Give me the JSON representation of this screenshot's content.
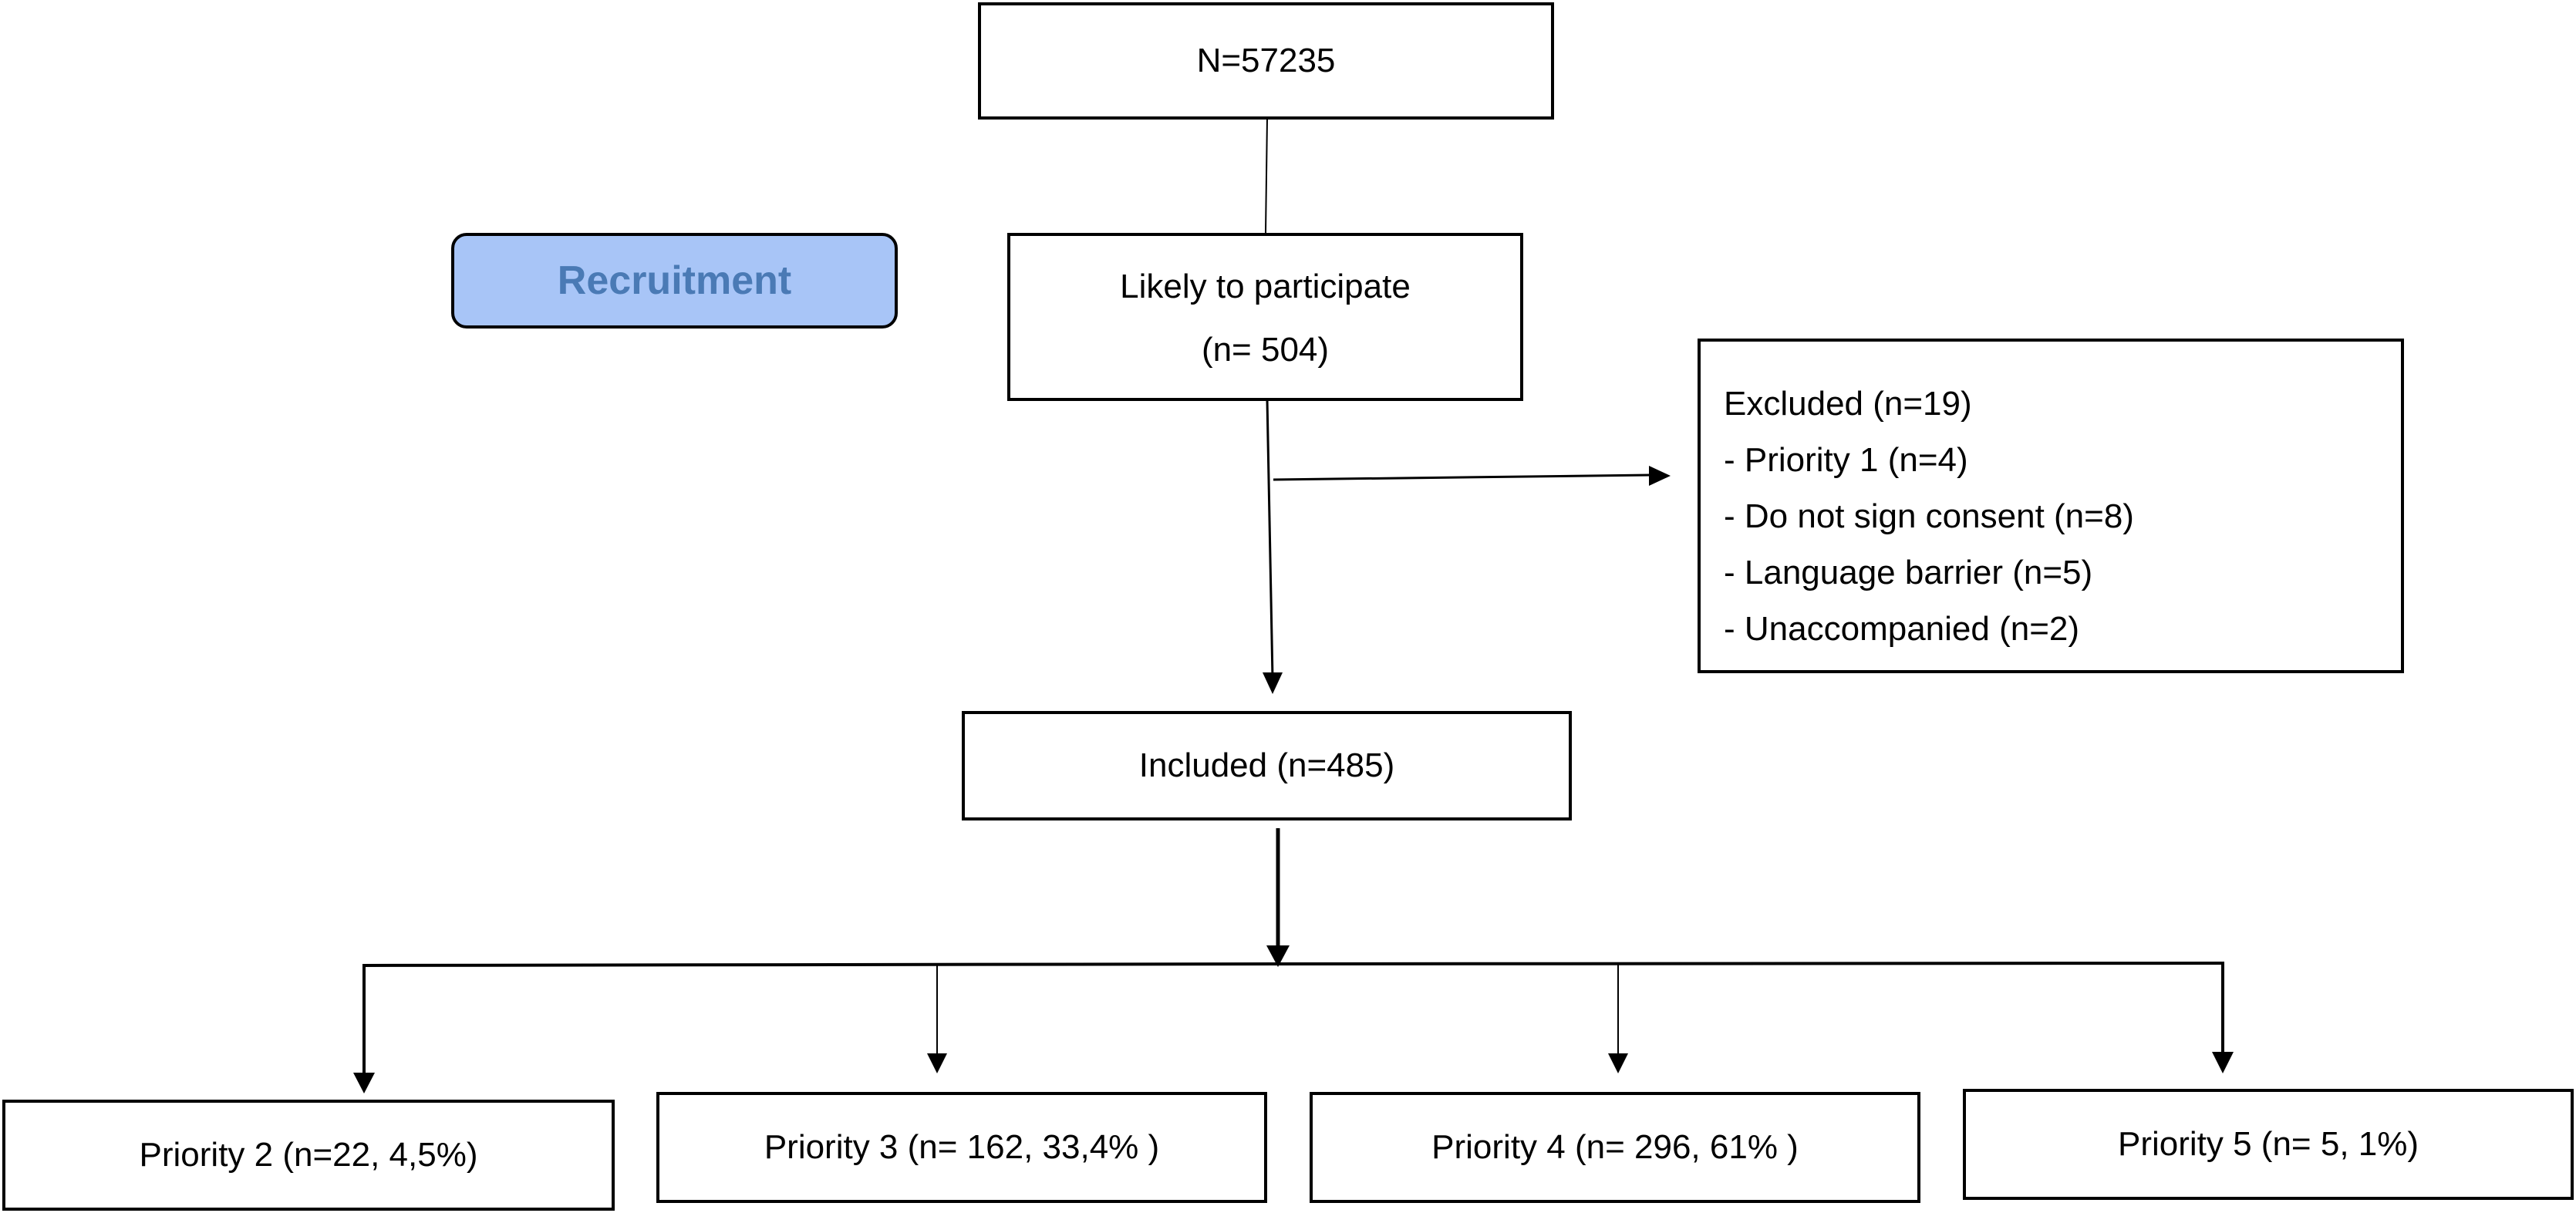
{
  "boxes": {
    "total": "N=57235",
    "recruitment_label": "Recruitment",
    "likely": {
      "line1": "Likely to participate",
      "line2": "(n= 504)"
    },
    "excluded": {
      "title": "Excluded (n=19)",
      "items": [
        "- Priority 1 (n=4)",
        "- Do not sign consent (n=8)",
        "- Language barrier (n=5)",
        "- Unaccompanied (n=2)"
      ]
    },
    "included": "Included (n=485)",
    "priorities": [
      "Priority 2 (n=22, 4,5%)",
      "Priority 3  (n= 162, 33,4% )",
      "Priority  4 (n= 296, 61% )",
      "Priority  5 (n= 5, 1%)"
    ]
  },
  "colors": {
    "recruitment_fill": "#a8c5f7",
    "recruitment_text": "#4a7ab5",
    "lines": "#000000"
  }
}
